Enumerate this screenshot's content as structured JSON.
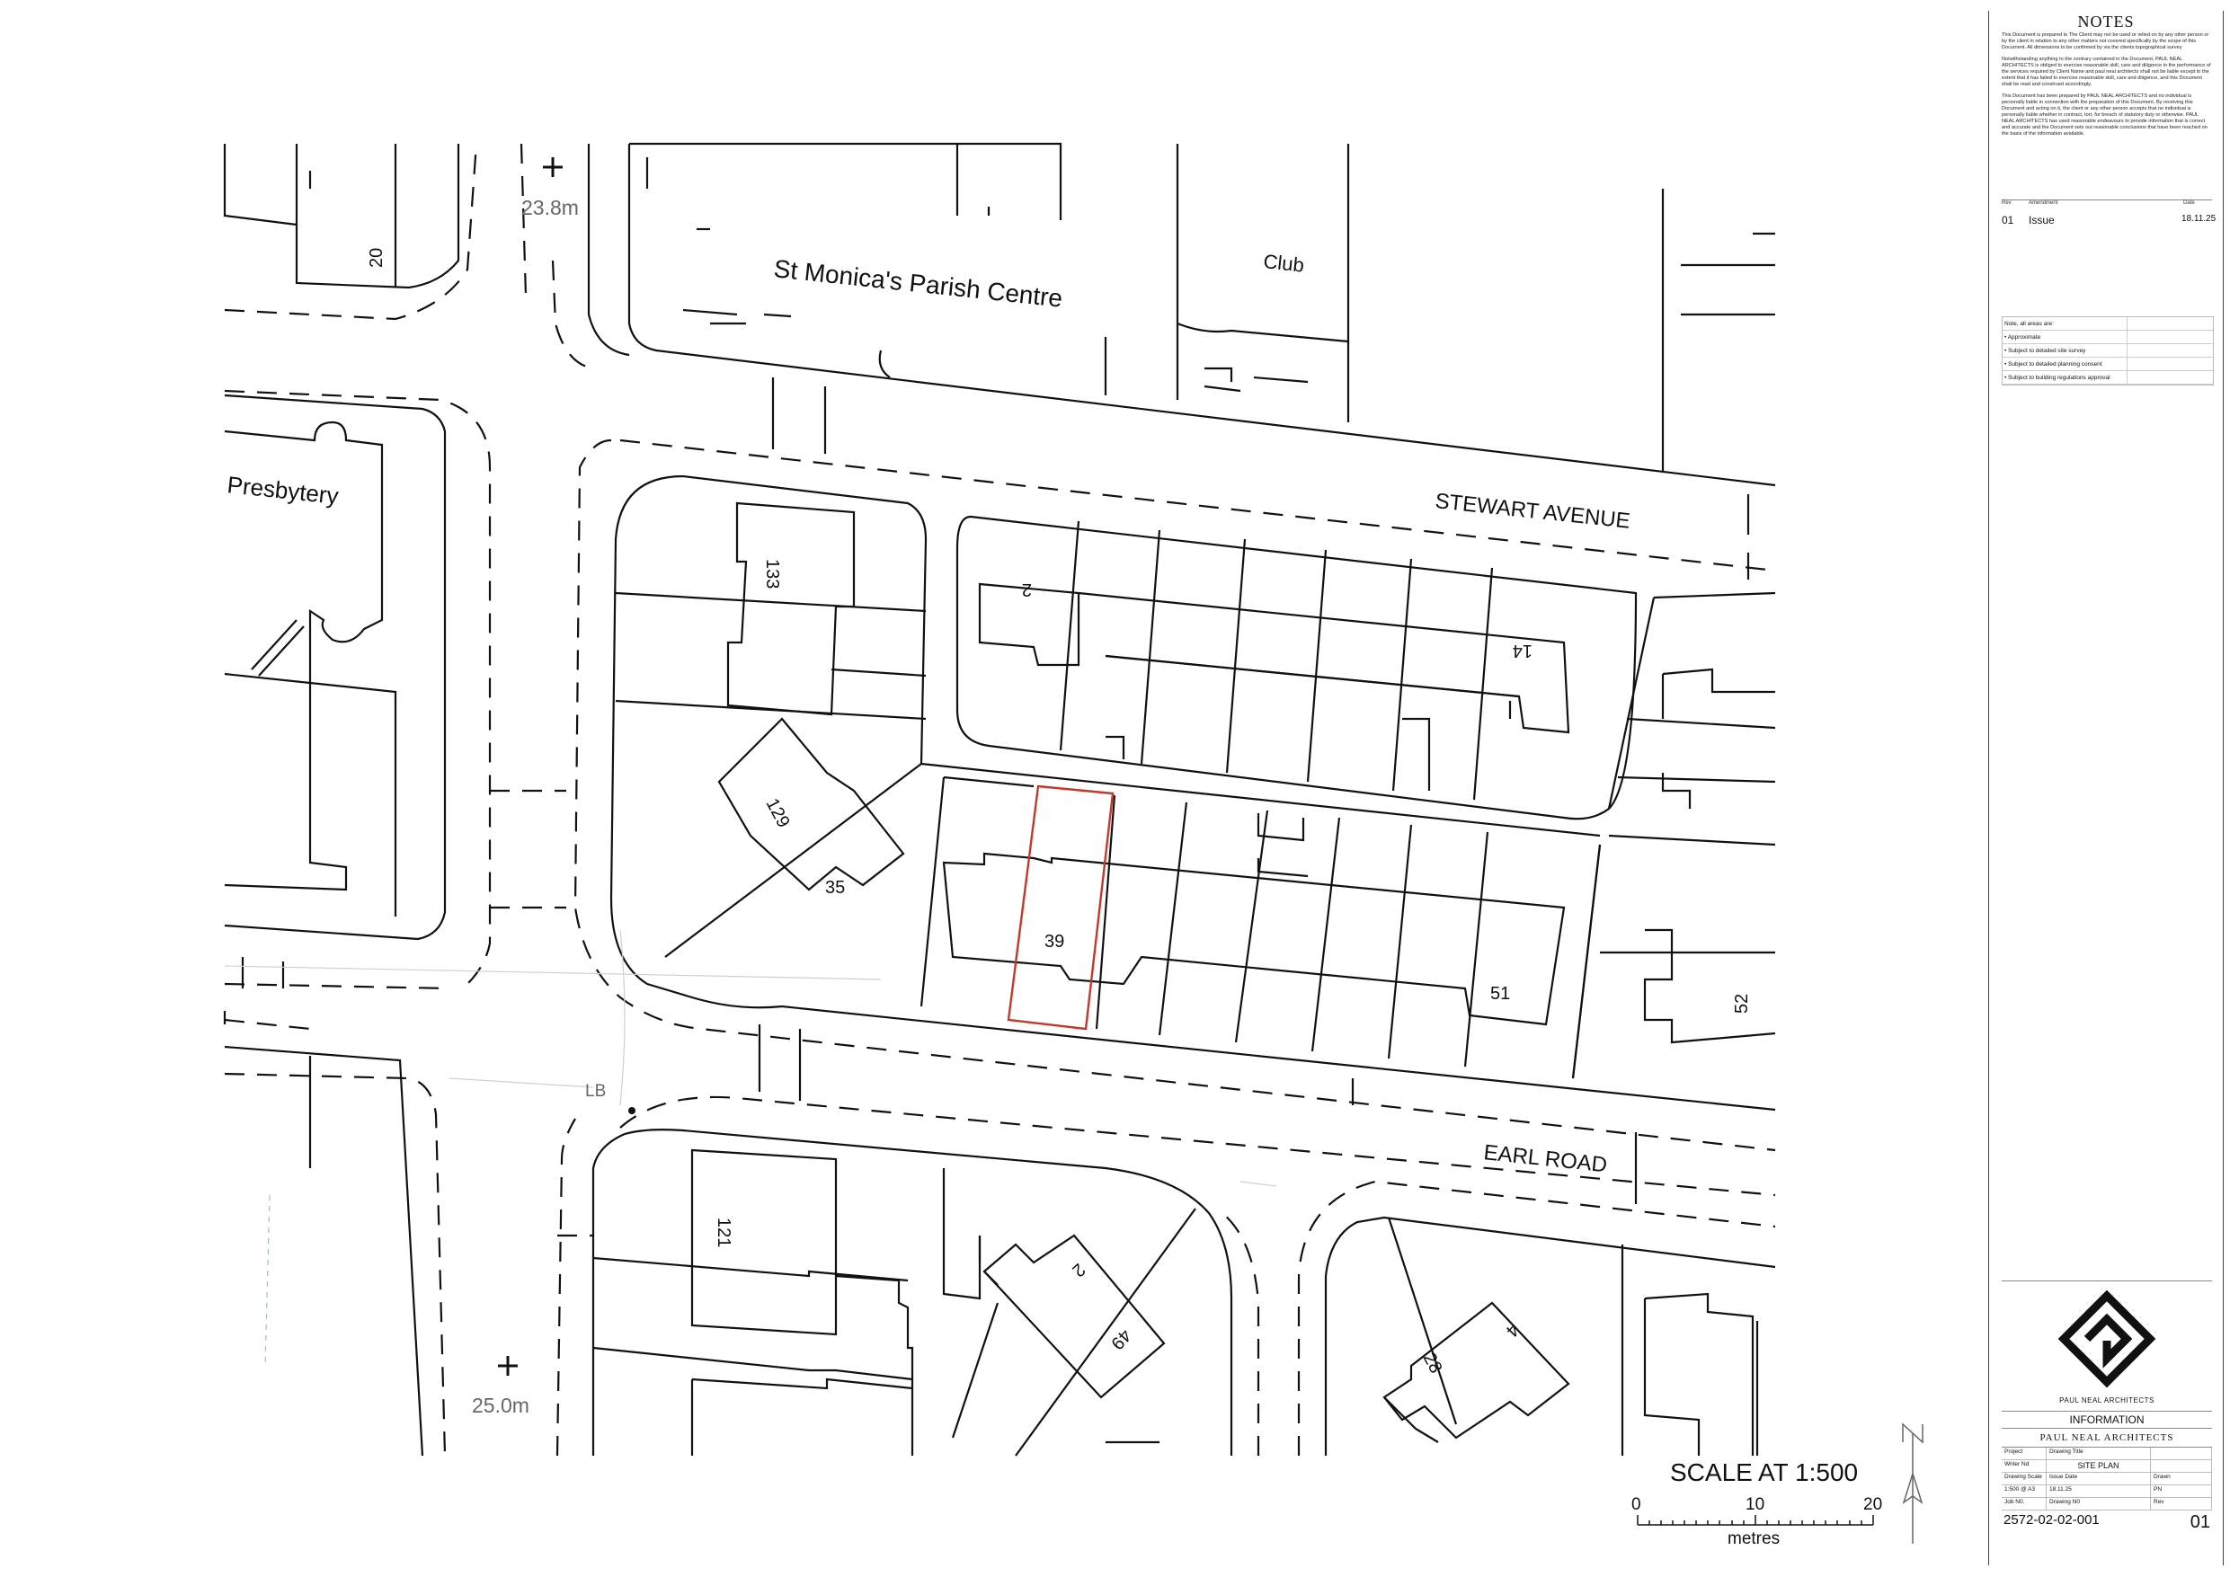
{
  "map": {
    "streets": [
      "STEWART AVENUE",
      "EARL ROAD"
    ],
    "buildings": [
      "St Monica's Parish Centre",
      "Club",
      "Presbytery"
    ],
    "house_numbers": [
      "20",
      "133",
      "2",
      "14",
      "129",
      "35",
      "39",
      "51",
      "52",
      "121",
      "2",
      "49",
      "4",
      "28"
    ],
    "spot_levels": [
      "23.8m",
      "25.0m"
    ],
    "letter_box": "LB",
    "site_outline_color": "#c0392b",
    "line_color": "#111111"
  },
  "scale_bar": {
    "title": "SCALE AT 1:500",
    "ticks": [
      "0",
      "10",
      "20"
    ],
    "unit": "metres"
  },
  "north_arrow": {
    "label": "N"
  },
  "notes": {
    "title": "NOTES",
    "paragraphs": [
      "This Document is prepared to The Client may not be used or relied on by any other person or by the client in relation to any other matters not covered specifically by the scope of this Document. All dimensions to be confirmed by via the clients topographical survey",
      "Notwithstanding anything to the contrary contained in the Document, PAUL NEAL ARCHITECTS is obliged to exercise reasonable skill, care and diligence in the performance of the services required by Client Name and paul neal architects shall not be liable except to the extent that it has failed to exercise reasonable skill, care and diligence, and this Document shall be read and construed accordingly.",
      "This Document has been prepared by PAUL NEAL ARCHITECTS and no individual is personally liable in connection with the preparation of this Document. By receiving this Document and acting on it, the client or any other person accepts that no individual is personally liable whether in contract, tort, for breach of statutory duty or otherwise. PAUL NEAL ARCHITECTS has used reasonable endeavours to provide information that is correct and accurate and the Document sets out reasonable conclusions that have been reached on the basis of the information available."
    ]
  },
  "revisions": {
    "headers": [
      "Rev",
      "Amendment",
      "Date"
    ],
    "rows": [
      {
        "rev": "01",
        "amendment": "Issue",
        "date": "18.11.25"
      }
    ]
  },
  "area_notes": {
    "title": "Note, all areas are:",
    "items": [
      "• Approximate",
      "• Subject to detailed site survey",
      "• Subject to detailed planning consent",
      "• Subject to building regulations approval"
    ]
  },
  "title_block": {
    "logo_text": "PAUL NEAL ARCHITECTS",
    "section": "INFORMATION",
    "company": "PAUL NEAL ARCHITECTS",
    "project_label": "Project",
    "drawing_title_label": "Drawing Title",
    "client_label": "Writer Nd",
    "drawing_title": "SITE PLAN",
    "scale_label": "Drawing Scale",
    "issue_date_label": "Issue Date",
    "drawn_label": "Drawn",
    "scale": "1:500 @ A3",
    "issue_date": "18.11.25",
    "drawn": "PN",
    "job_label": "Job N0.",
    "drawing_no_label": "Drawing N0",
    "rev_label": "Rev",
    "drawing_number": "2572-02-02-001",
    "revision": "01"
  }
}
